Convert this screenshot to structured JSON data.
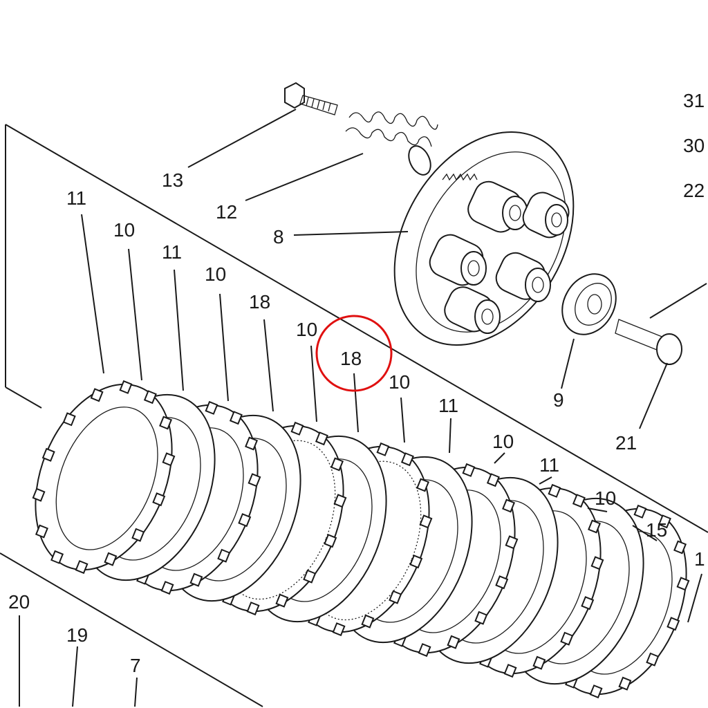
{
  "diagram": {
    "title": "Clutch exploded parts diagram",
    "callouts": {
      "c31": "31",
      "c30": "30",
      "c22": "22",
      "c13": "13",
      "c12": "12",
      "c8": "8",
      "c11a": "11",
      "c10a": "10",
      "c11b": "11",
      "c10b": "10",
      "c18a": "18",
      "c10c": "10",
      "c18b": "18",
      "c10d": "10",
      "c11c": "11",
      "c10e": "10",
      "c11d": "11",
      "c10f": "10",
      "c15": "15",
      "c9": "9",
      "c21": "21",
      "c20": "20",
      "c19": "19",
      "c7": "7",
      "c1": "1"
    },
    "highlight": {
      "target": "18",
      "color": "#e01010"
    }
  }
}
